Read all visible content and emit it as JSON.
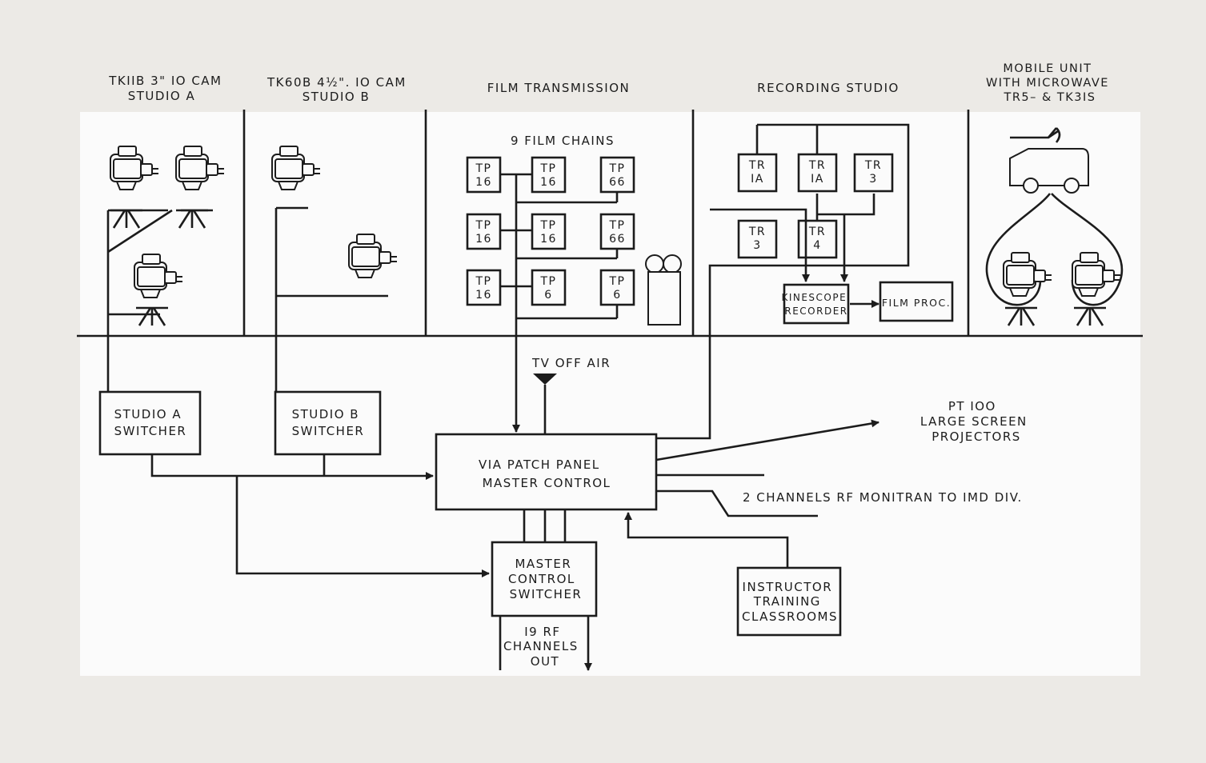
{
  "sections": {
    "studio_a": [
      "TKIIB 3\" IO CAM",
      "STUDIO A"
    ],
    "studio_b": [
      "TK60B 4½\". IO CAM",
      "STUDIO B"
    ],
    "film": [
      "FILM TRANSMISSION"
    ],
    "recording": [
      "RECORDING STUDIO"
    ],
    "mobile": [
      "MOBILE UNIT",
      "WITH MICROWAVE",
      "TR5– & TK3IS"
    ]
  },
  "film_chains_label": "9 FILM CHAINS",
  "film_chains": [
    [
      "TP",
      "16"
    ],
    [
      "TP",
      "16"
    ],
    [
      "TP",
      "66"
    ],
    [
      "TP",
      "16"
    ],
    [
      "TP",
      "16"
    ],
    [
      "TP",
      "66"
    ],
    [
      "TP",
      "16"
    ],
    [
      "TP",
      "6"
    ],
    [
      "TP",
      "6"
    ]
  ],
  "recorders": [
    [
      "TR",
      "IA"
    ],
    [
      "TR",
      "IA"
    ],
    [
      "TR",
      "3"
    ],
    [
      "TR",
      "3"
    ],
    [
      "TR",
      "4"
    ]
  ],
  "kinescope": [
    "KINESCOPE",
    "RECORDER"
  ],
  "film_proc": "FILM PROC.",
  "tv_off_air": "TV  OFF  AIR",
  "studio_a_switcher": [
    "STUDIO A",
    "SWITCHER"
  ],
  "studio_b_switcher": [
    "STUDIO B",
    "SWITCHER"
  ],
  "master_control": [
    "VIA PATCH PANEL",
    "MASTER CONTROL"
  ],
  "projectors": [
    "PT IOO",
    "LARGE SCREEN",
    "PROJECTORS"
  ],
  "monitran": "2 CHANNELS RF MONITRAN TO IMD DIV.",
  "mc_switcher": [
    "MASTER",
    "CONTROL",
    "SWITCHER"
  ],
  "instructor": [
    "INSTRUCTOR",
    "TRAINING",
    "CLASSROOMS"
  ],
  "rf_out": [
    "I9 RF",
    "CHANNELS",
    "OUT"
  ]
}
